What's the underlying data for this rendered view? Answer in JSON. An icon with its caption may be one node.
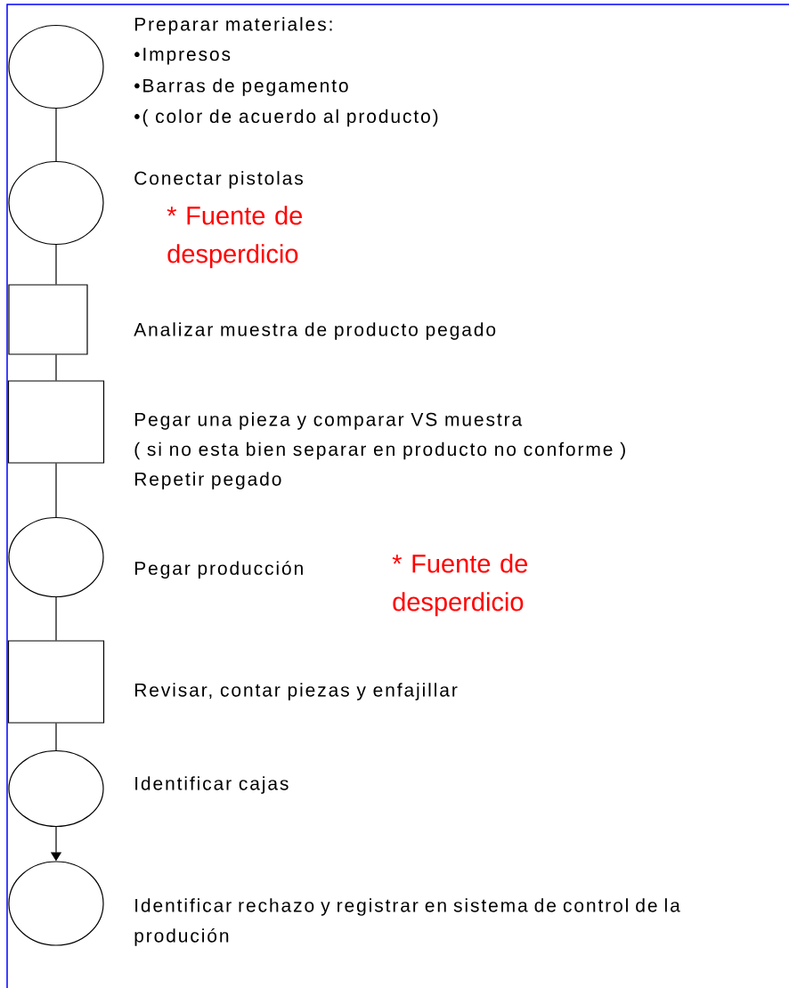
{
  "diagram": {
    "nodes": [
      {
        "text": [],
        "shape": "circle",
        "beside": [
          "Preparar materiales:",
          "•Impresos",
          "•Barras de pegamento",
          "•( color de acuerdo al producto)"
        ]
      },
      {
        "text": [],
        "shape": "circle",
        "beside": [
          "Conectar pistolas"
        ]
      },
      {
        "text": [],
        "shape": "box",
        "beside": [
          "Analizar muestra de producto pegado"
        ]
      },
      {
        "text": [],
        "shape": "box",
        "beside": [
          "Pegar una pieza y comparar VS muestra",
          "( si no esta bien separar en producto no conforme )",
          "Repetir pegado"
        ]
      },
      {
        "text": [],
        "shape": "circle",
        "beside": [
          "Pegar producción"
        ]
      },
      {
        "text": [],
        "shape": "box",
        "beside": [
          "Revisar, contar piezas y enfajillar"
        ]
      },
      {
        "text": [],
        "shape": "circle",
        "beside": [
          "Identificar cajas"
        ]
      },
      {
        "text": [],
        "shape": "circle",
        "beside": [
          "Identificar rechazo y registrar en sistema de control de la produción"
        ]
      }
    ],
    "edges": [
      {
        "from": 0,
        "to": 1,
        "arrow": "none"
      },
      {
        "from": 1,
        "to": 2,
        "arrow": "none"
      },
      {
        "from": 2,
        "to": 3,
        "arrow": "none"
      },
      {
        "from": 3,
        "to": 4,
        "arrow": "none"
      },
      {
        "from": 4,
        "to": 5,
        "arrow": "none"
      },
      {
        "from": 5,
        "to": 6,
        "arrow": "none"
      },
      {
        "from": 6,
        "to": 7,
        "arrow": "to"
      }
    ],
    "labels": [
      "* Fuente de desperdicio",
      "* Fuente de desperdicio"
    ]
  }
}
